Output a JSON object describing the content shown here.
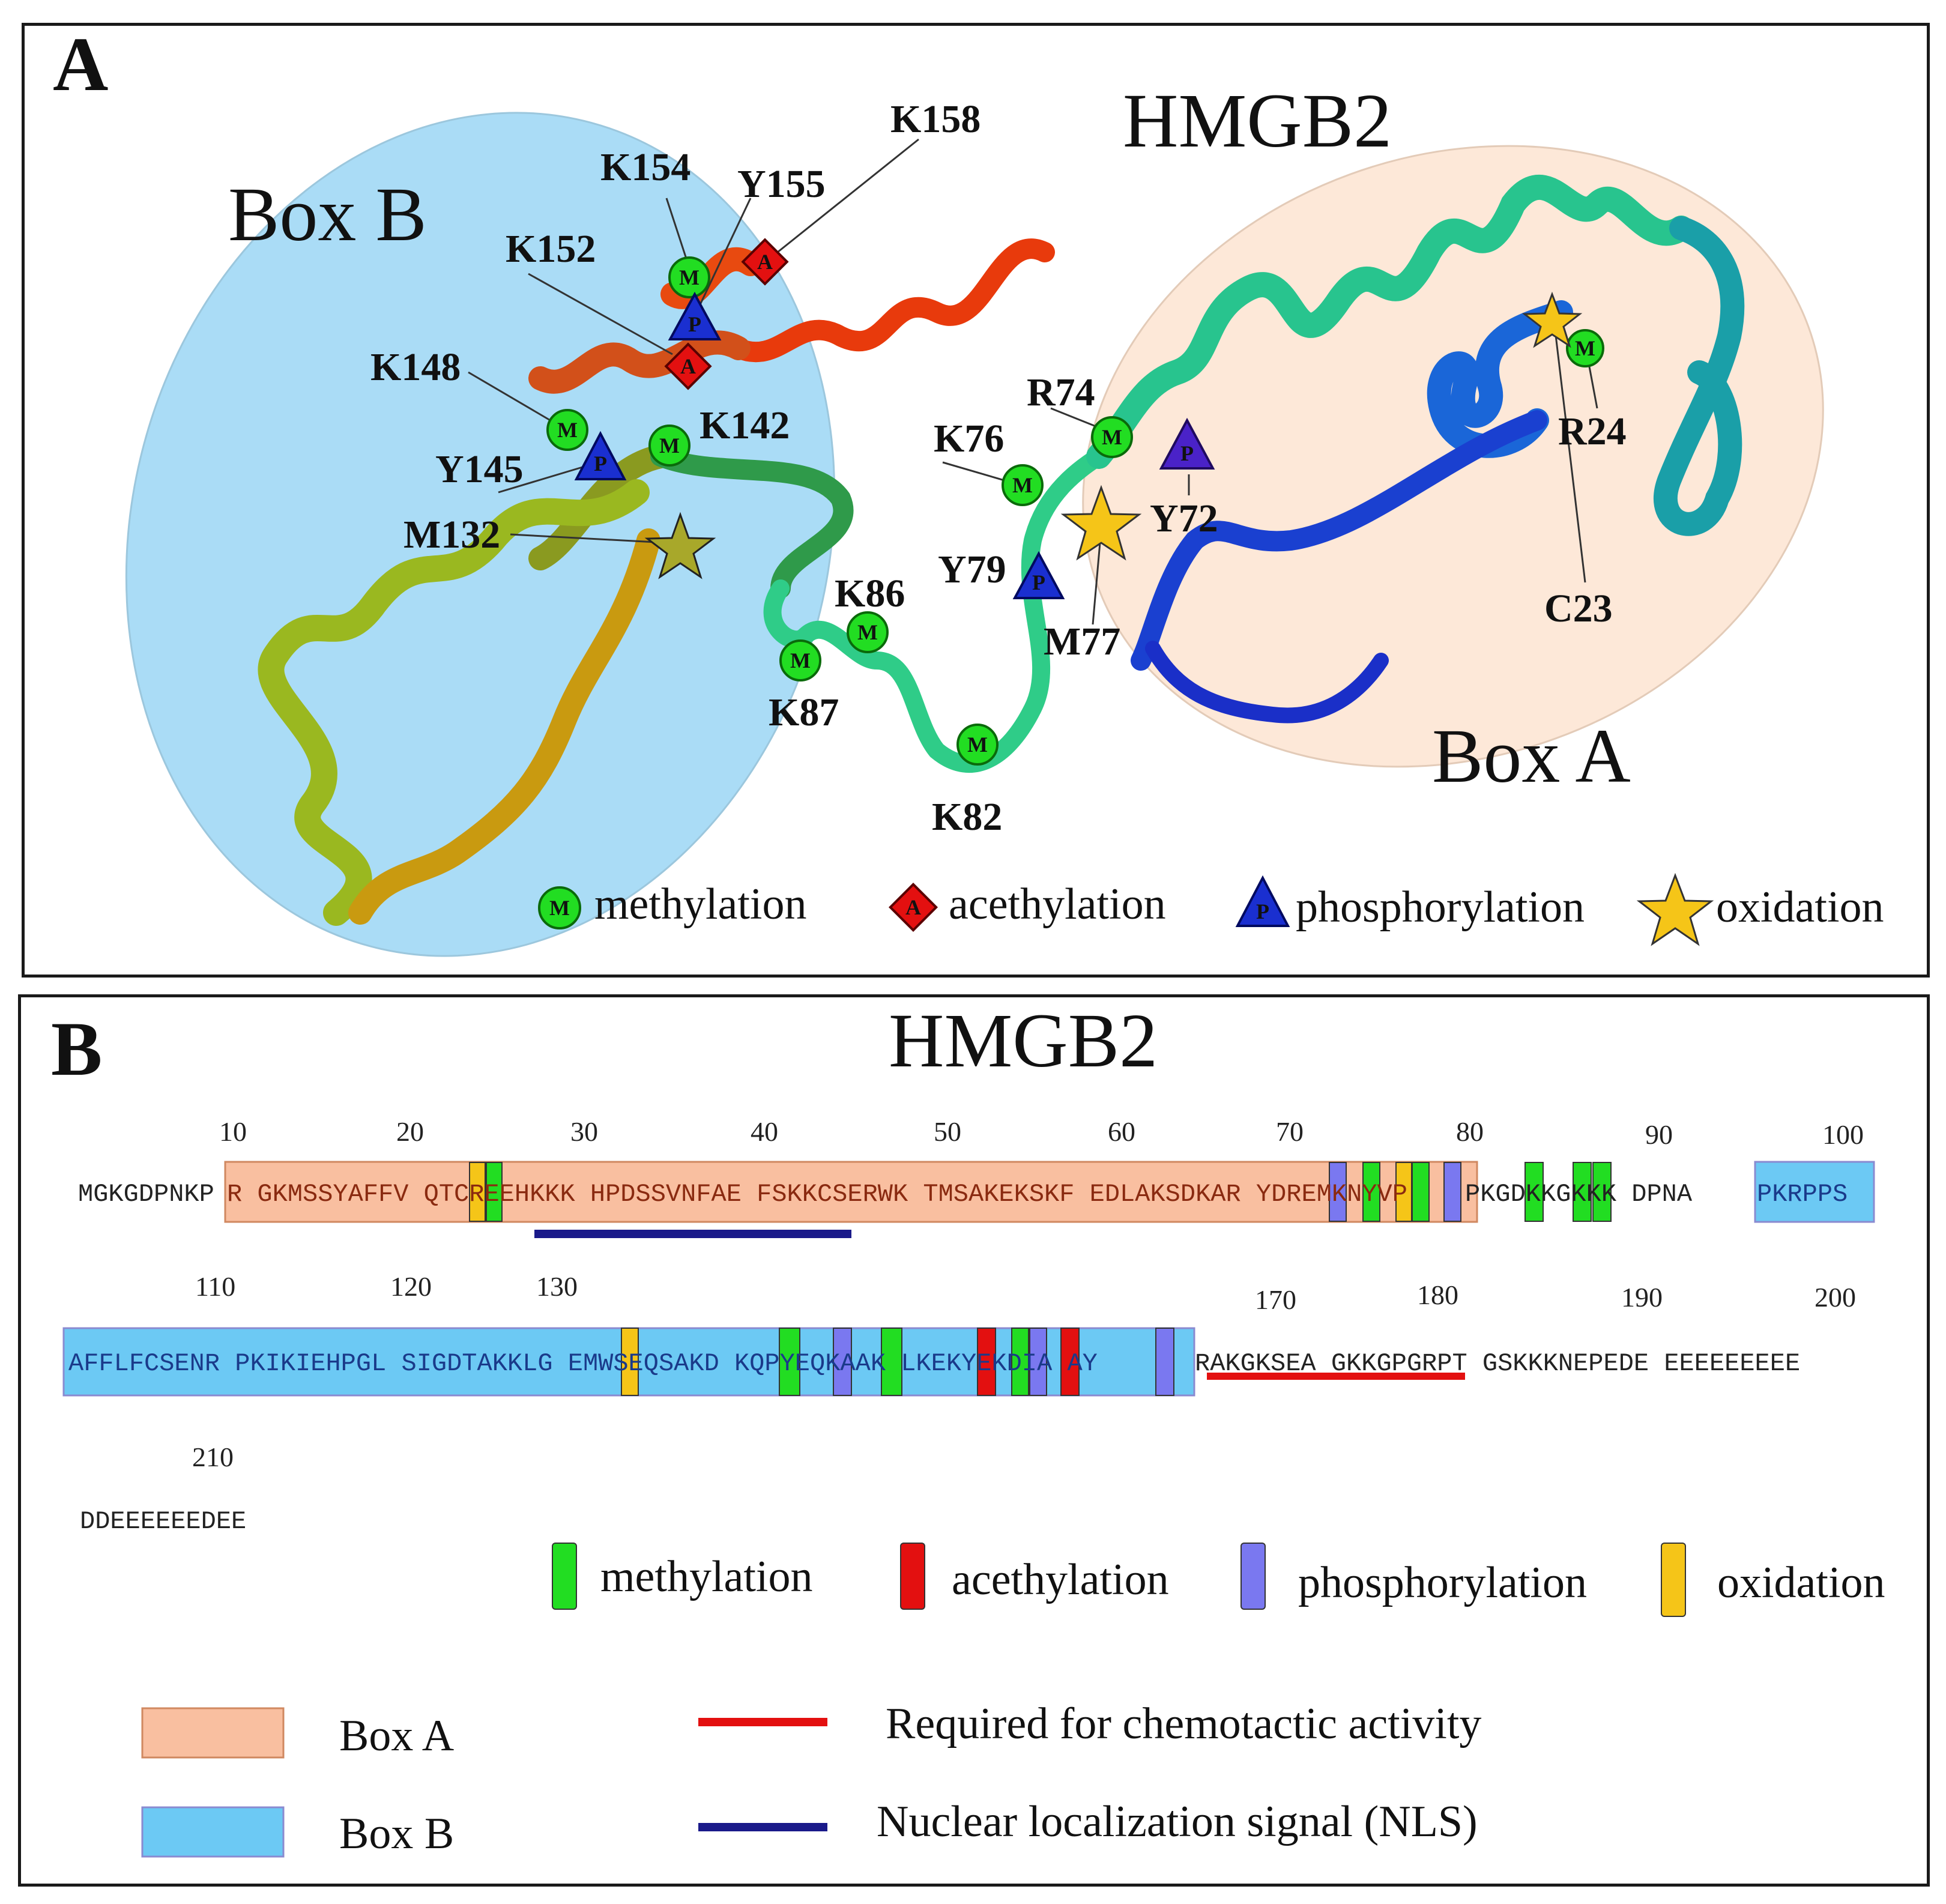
{
  "panelA": {
    "letter": "A",
    "title": "HMGB2",
    "boxB_label": "Box B",
    "boxA_label": "Box A",
    "sites": {
      "K158": "K158",
      "K154": "K154",
      "Y155": "Y155",
      "K152": "K152",
      "K148": "K148",
      "K142": "K142",
      "Y145": "Y145",
      "M132": "M132",
      "R74": "R74",
      "K76": "K76",
      "Y72": "Y72",
      "Y79": "Y79",
      "K86": "K86",
      "K87": "K87",
      "M77": "M77",
      "K82": "K82",
      "R24": "R24",
      "C23": "C23"
    },
    "symbol_letters": {
      "methyl": "M",
      "acetyl": "A",
      "phospho": "P"
    },
    "legend": {
      "methylation": "methylation",
      "acetylation": "acethylation",
      "phosphorylation": "phosphorylation",
      "oxidation": "oxidation"
    }
  },
  "panelB": {
    "letter": "B",
    "title": "HMGB2",
    "numbers_row1": [
      "10",
      "20",
      "30",
      "40",
      "50",
      "60",
      "70",
      "80",
      "90",
      "100"
    ],
    "numbers_row2": [
      "110",
      "120",
      "130",
      "170",
      "180",
      "190",
      "200"
    ],
    "numbers_row3": [
      "210"
    ],
    "seq_row1": {
      "pre": "MGKGDPNKP",
      "boxA": "R GKMSSYAFFV QTCREEHKKK HPDSSVNFAE FSKKCSERWK TMSAKEKSKF EDLAKSDKAR YDREMKNYVP",
      "mid": " PKGDKKGKKK DPNA",
      "boxB": "PKRPPS"
    },
    "seq_row2": {
      "boxB": "AFFLFCSENR PKIKIEHPGL SIGDTAKKLG EMWSEQSAKD KQPYEQKAAK LKEKYEKDIA AY",
      "post": "RAKGKSEA GKKGPGRPT GSKKKNEPEDE EEEEEEEEE"
    },
    "seq_row3": "DDEEEEEEDEE",
    "marked_residues": [
      "C",
      "R",
      "Y",
      "R",
      "M",
      "K",
      "Y",
      "K",
      "K",
      "K",
      "M",
      "K",
      "Y",
      "K",
      "K",
      "K",
      "Y",
      "K",
      "Y"
    ],
    "legend_mods": {
      "methylation": "methylation",
      "acetylation": "acethylation",
      "phosphorylation": "phosphorylation",
      "oxidation": "oxidation"
    },
    "legend_regions": {
      "boxA": "Box A",
      "boxB": "Box B",
      "chemotactic": "Required for chemotactic activity",
      "nls": "Nuclear localization signal (NLS)"
    }
  },
  "colors": {
    "boxA": "#fde8d8",
    "boxB": "#a9dcf6",
    "methyl": "#22dd22",
    "acetyl": "#e31010",
    "phospho": "#1a2fd0",
    "oxidation": "#f5c518",
    "chemotactic_line": "#e31010",
    "nls_line": "#1a1a8a"
  }
}
